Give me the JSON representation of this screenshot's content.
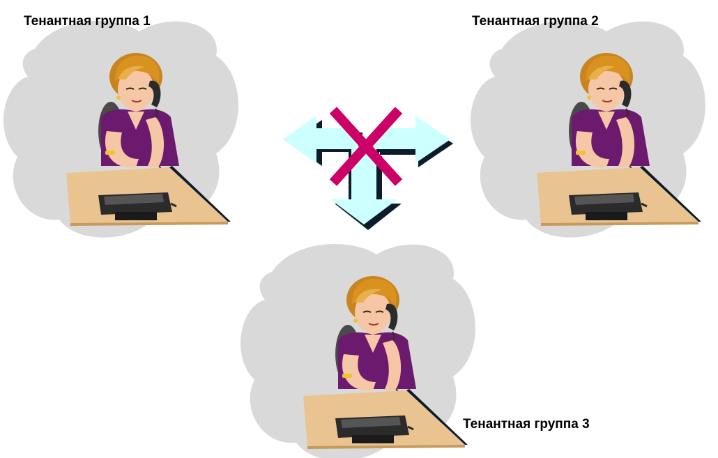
{
  "groups": [
    {
      "id": "group-1",
      "label": "Тенантная группа 1"
    },
    {
      "id": "group-2",
      "label": "Тенантная группа 2"
    },
    {
      "id": "group-3",
      "label": "Тенантная группа 3"
    }
  ],
  "connector": {
    "type": "three-way-arrow-blocked",
    "blocked": true,
    "arrow_color": "#ccffff",
    "arrow_shadow_color": "#0d1b2a",
    "cross_color": "#cc0066"
  },
  "colors": {
    "cloud": "#d9d9d9",
    "desk": "#eac490",
    "desk_edge": "#c79a5c",
    "blouse": "#6b1a6e",
    "skin": "#f6c7a6",
    "hair": "#c8841f",
    "chair": "#4a4a4a",
    "phone": "#2b2b2b"
  },
  "icons": [
    "cloud-shape",
    "operator-at-desk-icon",
    "telephone-icon",
    "blocked-arrow-icon"
  ]
}
